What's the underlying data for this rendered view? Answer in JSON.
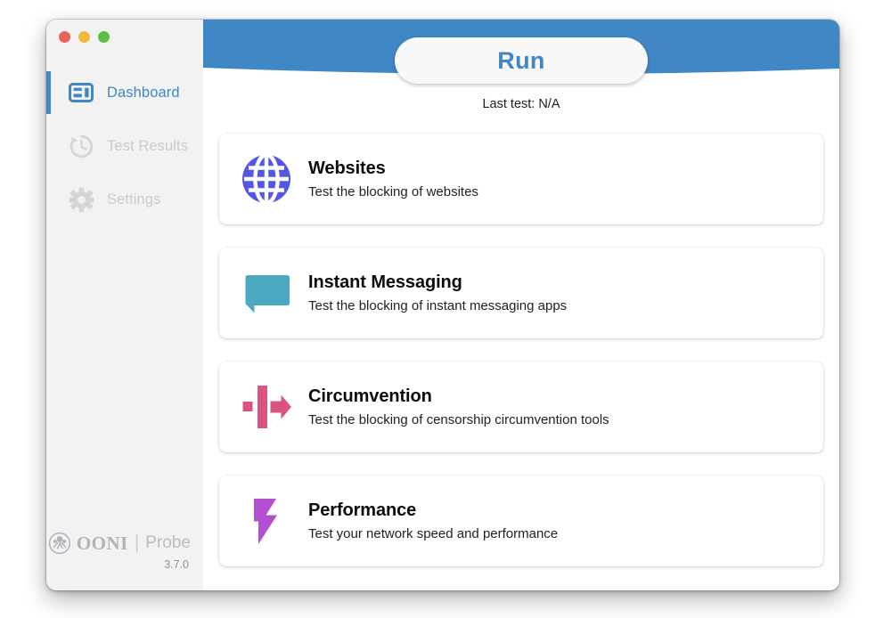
{
  "window": {
    "traffic_lights": [
      {
        "name": "close",
        "color": "#e8635a"
      },
      {
        "name": "minimize",
        "color": "#f0b93e"
      },
      {
        "name": "zoom",
        "color": "#5bc045"
      }
    ],
    "accent_blue": "#3f87c5",
    "sidebar_bg": "#f2f2f2"
  },
  "sidebar": {
    "items": [
      {
        "label": "Dashboard",
        "icon": "dashboard-icon",
        "active": true
      },
      {
        "label": "Test Results",
        "icon": "history-clock-icon",
        "active": false
      },
      {
        "label": "Settings",
        "icon": "gear-icon",
        "active": false
      }
    ],
    "brand": {
      "logo_icon": "ooni-octopus-emblem",
      "name": "OONI",
      "separator": "|",
      "product": "Probe",
      "version": "3.7.0"
    }
  },
  "header": {
    "run_button_label": "Run",
    "last_test_label": "Last test:",
    "last_test_value": "N/A"
  },
  "cards": [
    {
      "title": "Websites",
      "description": "Test the blocking of websites",
      "icon": "globe-icon",
      "color": "#5456e8"
    },
    {
      "title": "Instant Messaging",
      "description": "Test the blocking of instant messaging apps",
      "icon": "speech-bubble-icon",
      "color": "#4aa8c0"
    },
    {
      "title": "Circumvention",
      "description": "Test the blocking of censorship circumvention tools",
      "icon": "circumvention-arrow-icon",
      "color": "#d9547e"
    },
    {
      "title": "Performance",
      "description": "Test your network speed and performance",
      "icon": "lightning-bolt-icon",
      "color": "#b44fd0"
    }
  ]
}
